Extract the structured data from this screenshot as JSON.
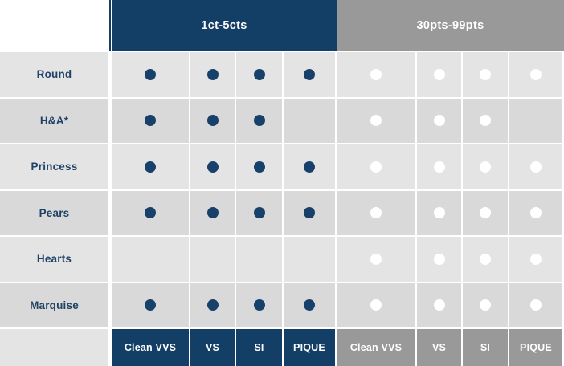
{
  "table": {
    "corner_blank_label": "",
    "groups": [
      {
        "label": "1ct-5cts",
        "style": "blue",
        "color": "#133E66"
      },
      {
        "label": "30pts-99pts",
        "style": "gray",
        "color": "#999999"
      }
    ],
    "clarity_columns": [
      {
        "label": "Clean VVS",
        "group": 0
      },
      {
        "label": "VS",
        "group": 0
      },
      {
        "label": "SI",
        "group": 0
      },
      {
        "label": "PIQUE",
        "group": 0
      },
      {
        "label": "Clean VVS",
        "group": 1
      },
      {
        "label": "VS",
        "group": 1
      },
      {
        "label": "SI",
        "group": 1
      },
      {
        "label": "PIQUE",
        "group": 1
      }
    ],
    "rows": [
      {
        "label": "Round",
        "marks": [
          "filled",
          "filled",
          "filled",
          "filled",
          "hollow",
          "hollow",
          "hollow",
          "hollow"
        ]
      },
      {
        "label": "H&A*",
        "marks": [
          "filled",
          "filled",
          "filled",
          "none",
          "hollow",
          "hollow",
          "hollow",
          "none"
        ]
      },
      {
        "label": "Princess",
        "marks": [
          "filled",
          "filled",
          "filled",
          "filled",
          "hollow",
          "hollow",
          "hollow",
          "hollow"
        ]
      },
      {
        "label": "Pears",
        "marks": [
          "filled",
          "filled",
          "filled",
          "filled",
          "hollow",
          "hollow",
          "hollow",
          "hollow"
        ]
      },
      {
        "label": "Hearts",
        "marks": [
          "none",
          "none",
          "none",
          "none",
          "hollow",
          "hollow",
          "hollow",
          "hollow"
        ]
      },
      {
        "label": "Marquise",
        "marks": [
          "filled",
          "filled",
          "filled",
          "filled",
          "hollow",
          "hollow",
          "hollow",
          "hollow"
        ]
      }
    ],
    "colors": {
      "navy": "#133E66",
      "gray": "#999999",
      "dot_filled": "#17406A",
      "dot_hollow": "#FFFFFF",
      "row_light": "#E4E4E4",
      "row_dark": "#D9D9D9",
      "label_text": "#1F4266"
    }
  }
}
